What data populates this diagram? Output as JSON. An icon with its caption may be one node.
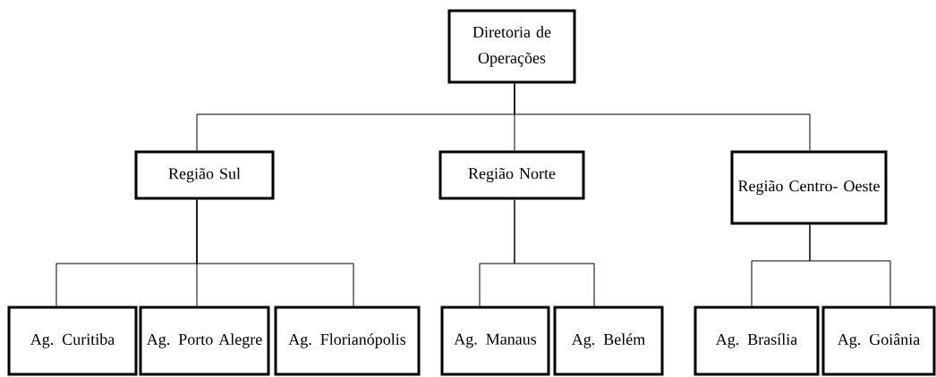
{
  "diagram": {
    "nodes": [
      {
        "text": [
          "Diretoria de Operações"
        ]
      },
      {
        "text": [
          "Região Sul"
        ]
      },
      {
        "text": [
          "Região Norte"
        ]
      },
      {
        "text": [
          "Região Centro- Oeste"
        ]
      },
      {
        "text": [
          "Ag. Curitiba"
        ]
      },
      {
        "text": [
          "Ag. Porto Alegre"
        ]
      },
      {
        "text": [
          "Ag. Florianópolis"
        ]
      },
      {
        "text": [
          "Ag. Manaus"
        ]
      },
      {
        "text": [
          "Ag. Belém"
        ]
      },
      {
        "text": [
          "Ag. Brasília"
        ]
      },
      {
        "text": [
          "Ag. Goiânia"
        ]
      }
    ],
    "edges": [
      {
        "from": 0,
        "to": 1,
        "arrow": "none"
      },
      {
        "from": 0,
        "to": 2,
        "arrow": "none"
      },
      {
        "from": 0,
        "to": 3,
        "arrow": "none"
      },
      {
        "from": 1,
        "to": 4,
        "arrow": "none"
      },
      {
        "from": 1,
        "to": 5,
        "arrow": "none"
      },
      {
        "from": 1,
        "to": 6,
        "arrow": "none"
      },
      {
        "from": 2,
        "to": 7,
        "arrow": "none"
      },
      {
        "from": 2,
        "to": 8,
        "arrow": "none"
      },
      {
        "from": 3,
        "to": 9,
        "arrow": "none"
      },
      {
        "from": 3,
        "to": 10,
        "arrow": "none"
      }
    ]
  }
}
